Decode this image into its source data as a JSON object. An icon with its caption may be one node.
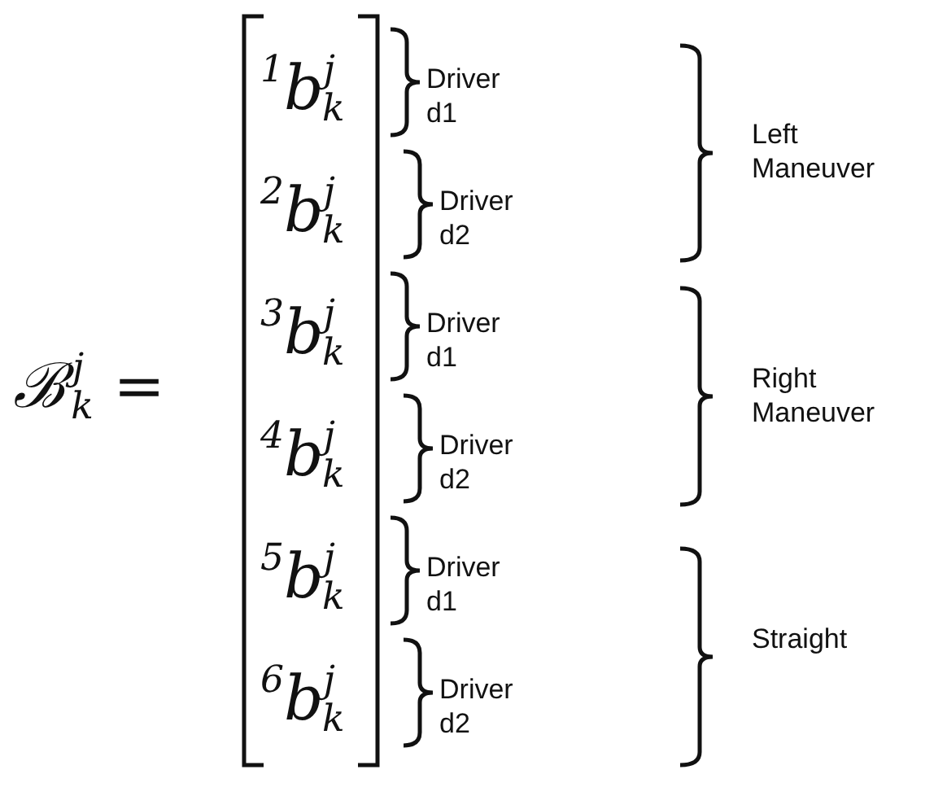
{
  "diagram": {
    "labels": [
      "ℬ$^{j}$$_{k}$ =",
      "$^{1}$b$^{j}$$_{k}$",
      "Driver d1",
      "$^{2}$b$^{j}$$_{k}$",
      "Driver d2",
      "Left Maneuver",
      "$^{3}$b$^{j}$$_{k}$",
      "Driver d1",
      "$^{4}$b$^{j}$$_{k}$",
      "Driver d2",
      "Right Maneuver",
      "$^{5}$b$^{j}$$_{k}$",
      "Driver d1",
      "Straight",
      "$^{6}$b$^{j}$$_{k}$",
      "Driver d2"
    ]
  }
}
